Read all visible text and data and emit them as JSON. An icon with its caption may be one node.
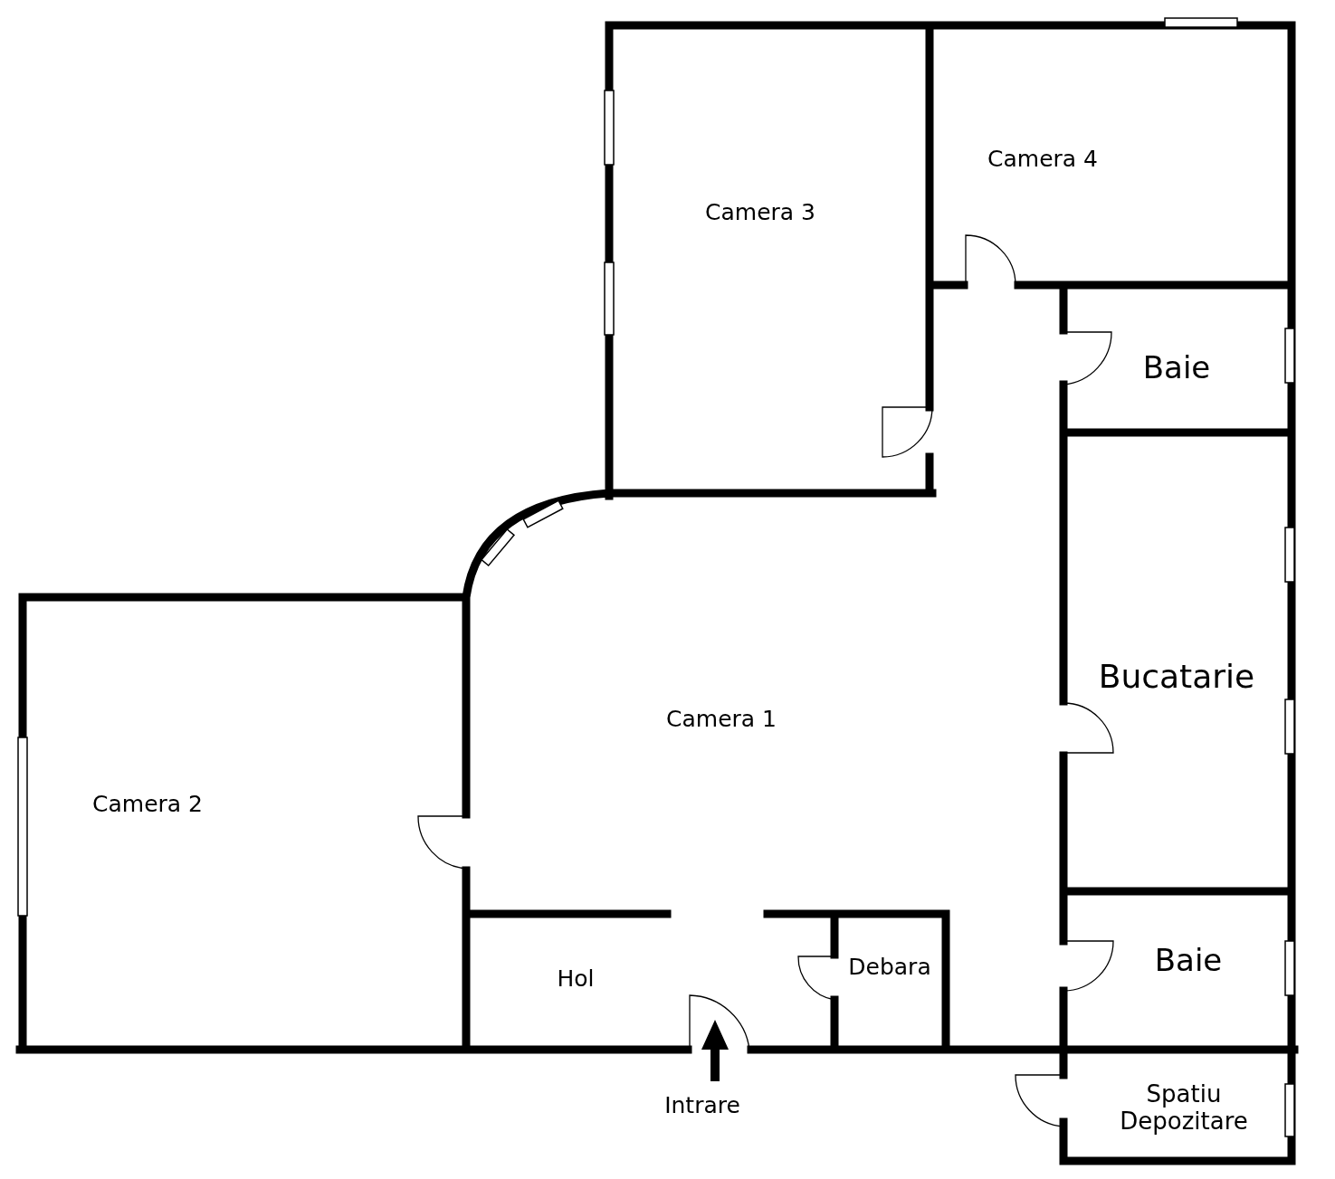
{
  "diagram": {
    "nodes": [
      {
        "text": [
          "Camera 3"
        ]
      },
      {
        "text": [
          "Camera 4"
        ]
      },
      {
        "text": [
          "Baie"
        ]
      },
      {
        "text": [
          "Bucatarie"
        ]
      },
      {
        "text": [
          "Camera 1"
        ]
      },
      {
        "text": [
          "Camera 2"
        ]
      },
      {
        "text": [
          "Hol"
        ]
      },
      {
        "text": [
          "Debara"
        ]
      },
      {
        "text": [
          "Baie"
        ]
      },
      {
        "text": [
          "Spatiu Depozitare"
        ]
      }
    ],
    "labels": [
      "Intrare"
    ]
  }
}
